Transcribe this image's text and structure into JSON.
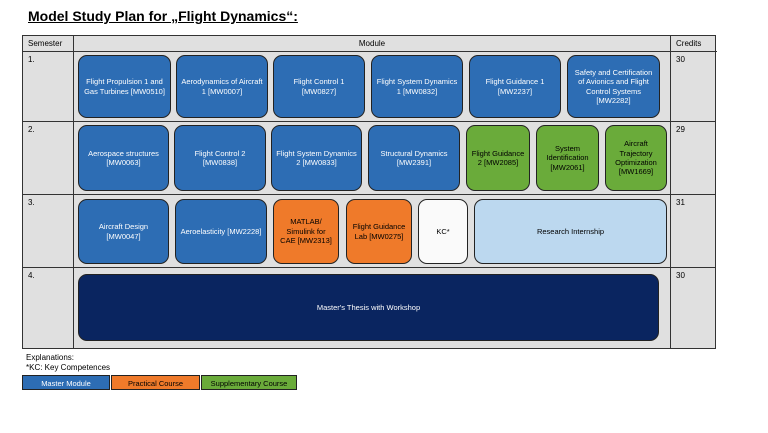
{
  "title": "Model Study Plan for „Flight Dynamics“:",
  "headers": {
    "semester": "Semester",
    "module": "Module",
    "credits": "Credits"
  },
  "semesters": [
    {
      "label": "1.",
      "credits": "30",
      "modules": [
        {
          "text": "Flight Propulsion 1 and Gas Turbines [MW0510]",
          "type": "master"
        },
        {
          "text": "Aerodynamics of Aircraft 1 [MW0007]",
          "type": "master"
        },
        {
          "text": "Flight Control 1 [MW0827]",
          "type": "master"
        },
        {
          "text": "Flight System Dynamics 1 [MW0832]",
          "type": "master"
        },
        {
          "text": "Flight Guidance 1 [MW2237]",
          "type": "master"
        },
        {
          "text": "Safety and Certification of Avionics and Flight Control Systems [MW2282]",
          "type": "master"
        }
      ]
    },
    {
      "label": "2.",
      "credits": "29",
      "modules": [
        {
          "text": "Aerospace structures [MW0063]",
          "type": "master"
        },
        {
          "text": "Flight Control 2 [MW0838]",
          "type": "master"
        },
        {
          "text": "Flight System Dynamics 2 [MW0833]",
          "type": "master"
        },
        {
          "text": "Structural Dynamics [MW2391]",
          "type": "master"
        },
        {
          "text": "Flight Guidance 2 [MW2085]",
          "type": "supplementary"
        },
        {
          "text": "System Identification [MW2061]",
          "type": "supplementary"
        },
        {
          "text": "Aircraft Trajectory Optimization [MW1669]",
          "type": "supplementary"
        }
      ]
    },
    {
      "label": "3.",
      "credits": "31",
      "modules": [
        {
          "text": "Aircraft Design [MW0047]",
          "type": "master"
        },
        {
          "text": "Aeroelasticity [MW2228]",
          "type": "master"
        },
        {
          "text": "MATLAB/ Simulink for CAE [MW2313]",
          "type": "practical"
        },
        {
          "text": "Flight Guidance Lab [MW0275]",
          "type": "practical"
        },
        {
          "text": "KC*",
          "type": "key"
        },
        {
          "text": "Research Internship",
          "type": "internship"
        }
      ]
    },
    {
      "label": "4.",
      "credits": "30",
      "modules": [
        {
          "text": "Master's Thesis with Workshop",
          "type": "thesis"
        }
      ]
    }
  ],
  "explanations": {
    "heading": "Explanations:",
    "kc_note": "*KC: Key Competences"
  },
  "legend": [
    {
      "label": "Master Module",
      "color": "#2d6db4"
    },
    {
      "label": "Practical Course",
      "color": "#ef7a2a"
    },
    {
      "label": "Supplementary Course",
      "color": "#6aab3a"
    }
  ],
  "colors": {
    "master": "#2d6db4",
    "supplementary": "#6aab3a",
    "practical": "#ef7a2a",
    "key": "#fafafa",
    "internship": "#bcd8ef",
    "thesis": "#0a2560"
  }
}
